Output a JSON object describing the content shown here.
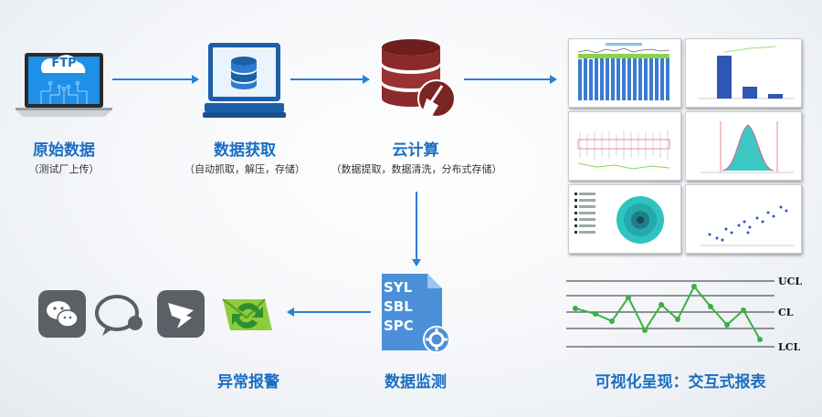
{
  "nodes": {
    "source": {
      "title": "原始数据",
      "subtitle": "（测试厂上传）",
      "badge": "FTP"
    },
    "acquire": {
      "title": "数据获取",
      "subtitle": "（自动抓取，解压，存储）"
    },
    "cloud": {
      "title": "云计算",
      "subtitle": "（数据提取，数据清洗，分布式存储）"
    },
    "monitor": {
      "title": "数据监测",
      "codes": [
        "SYL",
        "SBL",
        "SPC"
      ]
    },
    "alert": {
      "title": "异常报警"
    },
    "report": {
      "title": "可视化呈现：交互式报表"
    }
  },
  "control_chart": {
    "labels": {
      "ucl": "UCL",
      "cl": "CL",
      "lcl": "LCL"
    }
  },
  "colors": {
    "accent": "#1a6fc2",
    "arrow": "#2d7fd0",
    "server": "#8b2a2a",
    "spc_line": "#3cb043"
  }
}
